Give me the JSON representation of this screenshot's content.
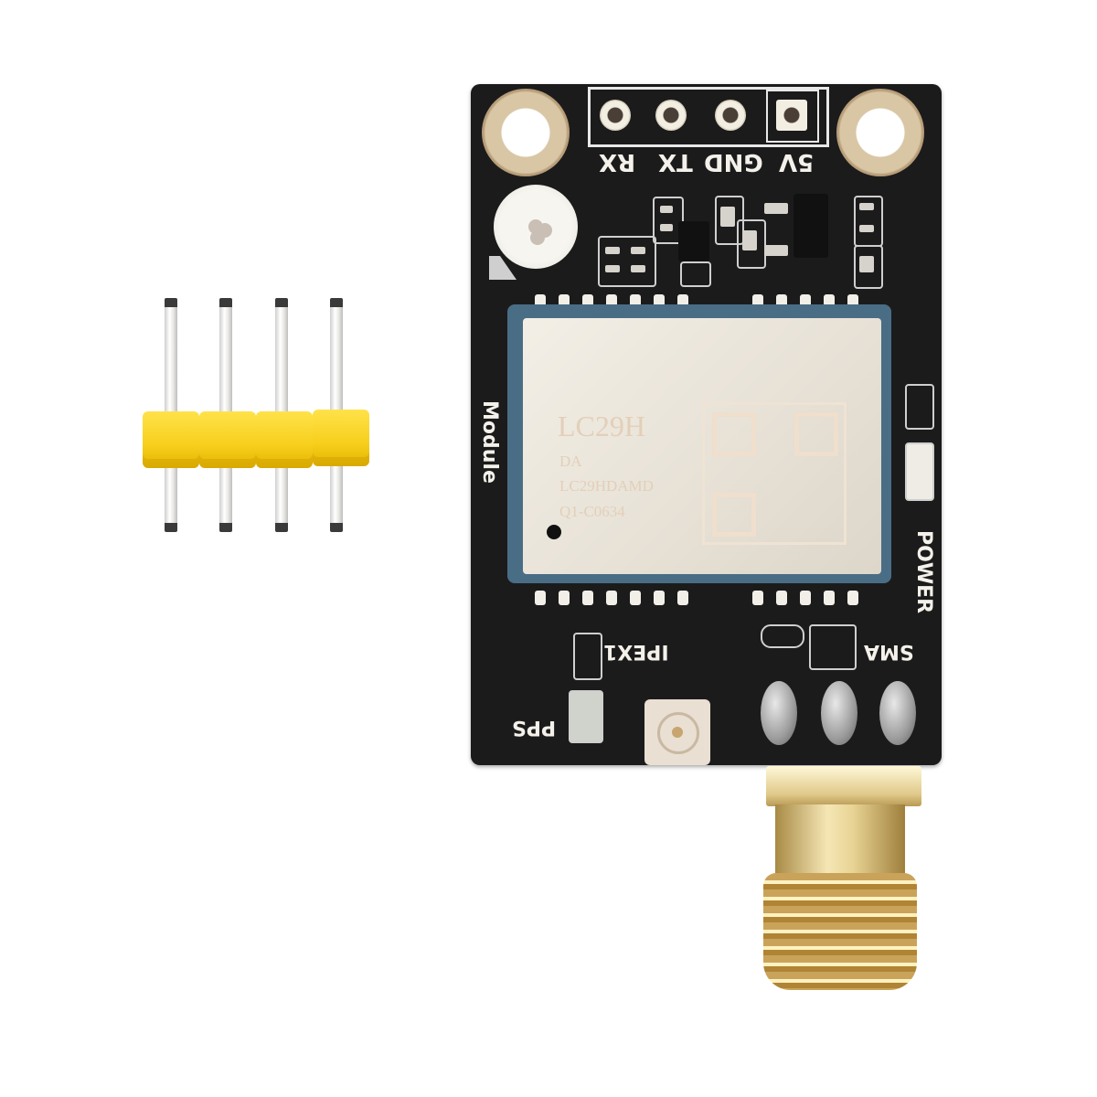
{
  "scene": {
    "description": "Product photo of a GNSS receiver breakout board with a loose 4-pin male header",
    "background_color": "#ffffff",
    "pcb_color": "#1c1b1c"
  },
  "pin_header": {
    "pin_count": 4,
    "housing_color": "#f7cf1c"
  },
  "board": {
    "header_pins": [
      {
        "label": "RX"
      },
      {
        "label": "TX"
      },
      {
        "label": "GND"
      },
      {
        "label": "5V"
      }
    ],
    "labels": {
      "module": "Module",
      "power": "POWER",
      "sma": "SMA",
      "ipex1": "IPEX1",
      "pps": "PPS"
    }
  },
  "module": {
    "name": "LC29H",
    "variant": "DA",
    "part_number": "LC29HDAMD",
    "lot_code": "Q1-C0634"
  },
  "connectors": {
    "ufl": "IPEX1",
    "sma": "SMA"
  }
}
